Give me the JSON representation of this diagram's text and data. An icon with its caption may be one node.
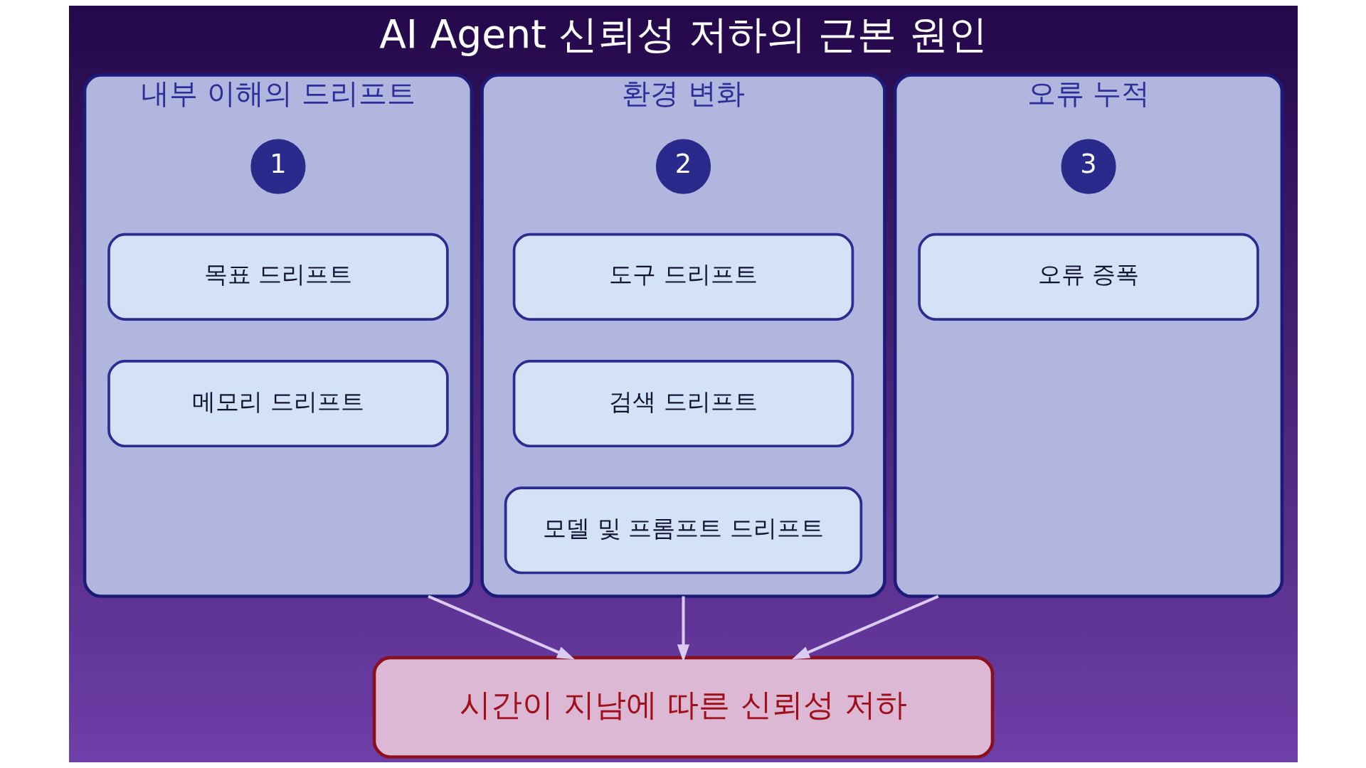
{
  "diagram": {
    "title": "AI Agent 신뢰성 저하의 근본 원인",
    "nodes": [
      {
        "text": [
          "내부 이해의 드리프트"
        ]
      },
      {
        "text": [
          "1"
        ],
        "in": 0
      },
      {
        "text": [
          "목표 드리프트"
        ],
        "in": 0
      },
      {
        "text": [
          "메모리 드리프트"
        ],
        "in": 0
      },
      {
        "text": [
          "환경 변화"
        ]
      },
      {
        "text": [
          "2"
        ],
        "in": 4
      },
      {
        "text": [
          "도구 드리프트"
        ],
        "in": 4
      },
      {
        "text": [
          "검색 드리프트"
        ],
        "in": 4
      },
      {
        "text": [
          "모델 및 프롬프트 드리프트"
        ],
        "in": 4
      },
      {
        "text": [
          "오류 누적"
        ]
      },
      {
        "text": [
          "3"
        ],
        "in": 9
      },
      {
        "text": [
          "오류 증폭"
        ],
        "in": 9
      },
      {
        "text": [
          "시간이 지남에 따른 신뢰성 저하"
        ]
      }
    ],
    "edges": [
      {
        "from": 0,
        "to": 12,
        "arrow": "to"
      },
      {
        "from": 4,
        "to": 12,
        "arrow": "to"
      },
      {
        "from": 9,
        "to": 12,
        "arrow": "to"
      }
    ]
  }
}
